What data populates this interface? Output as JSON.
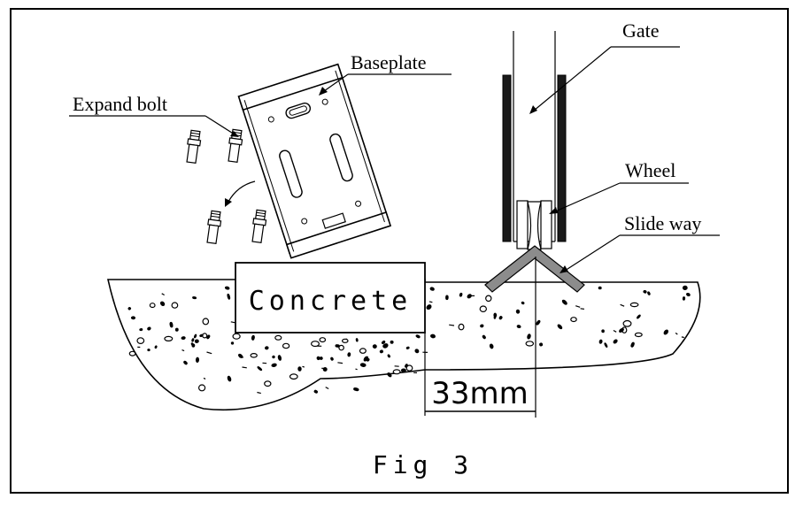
{
  "labels": {
    "expand_bolt": "Expand bolt",
    "baseplate": "Baseplate",
    "gate": "Gate",
    "wheel": "Wheel",
    "slide_way": "Slide way",
    "concrete": "Concrete",
    "dimension": "33mm",
    "figure_caption": "Fig 3"
  }
}
